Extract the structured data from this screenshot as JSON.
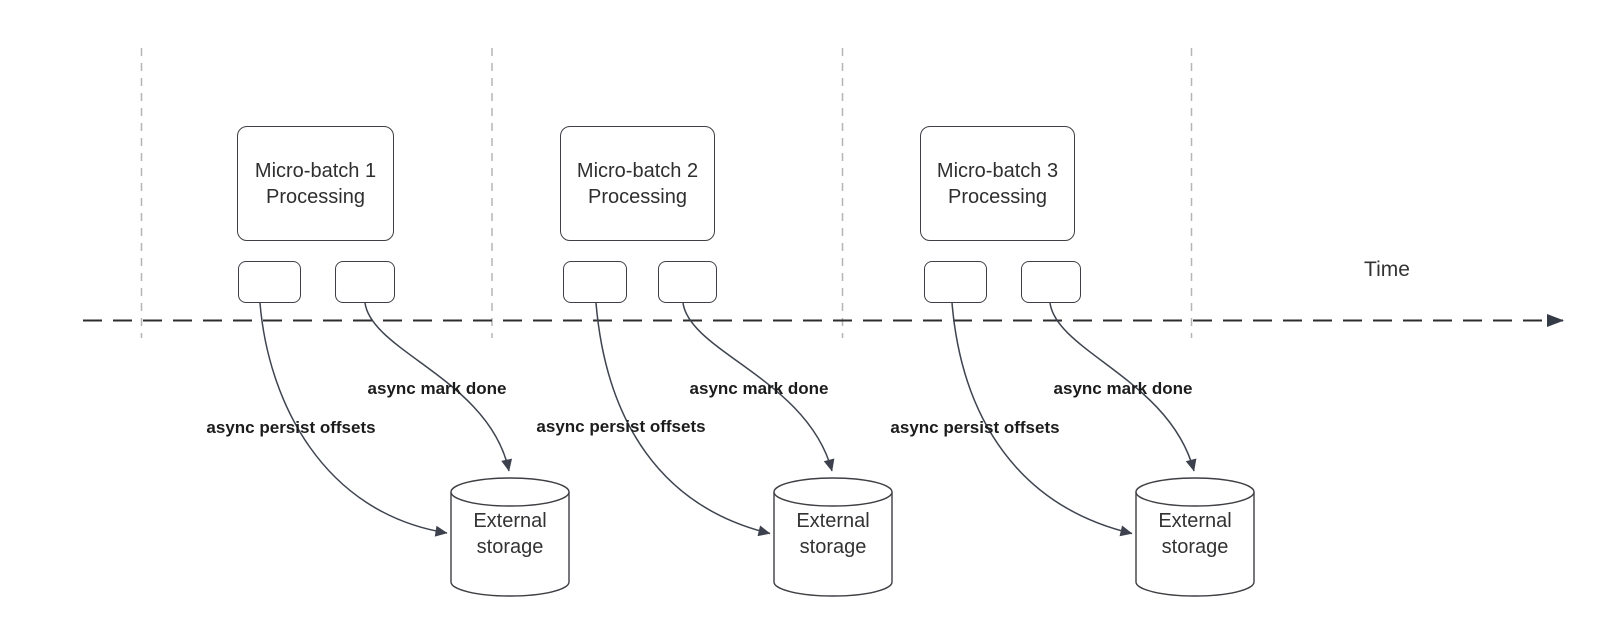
{
  "timeline": {
    "label": "Time"
  },
  "batches": [
    {
      "name": "Micro-batch 1\nProcessing",
      "persist_label": "async persist offsets",
      "mark_done_label": "async mark done",
      "storage_label": "External\nstorage"
    },
    {
      "name": "Micro-batch 2\nProcessing",
      "persist_label": "async persist offsets",
      "mark_done_label": "async mark done",
      "storage_label": "External\nstorage"
    },
    {
      "name": "Micro-batch 3\nProcessing",
      "persist_label": "async persist offsets",
      "mark_done_label": "async mark done",
      "storage_label": "External\nstorage"
    }
  ],
  "colors": {
    "curve_stroke": "#3e4450",
    "timeline_stroke": "#2d2d2d",
    "gridline_stroke": "#b5b5b5",
    "shape_border": "#3f3f46",
    "node_text": "#2f2f2f",
    "label_text": "#1c1c1c"
  }
}
